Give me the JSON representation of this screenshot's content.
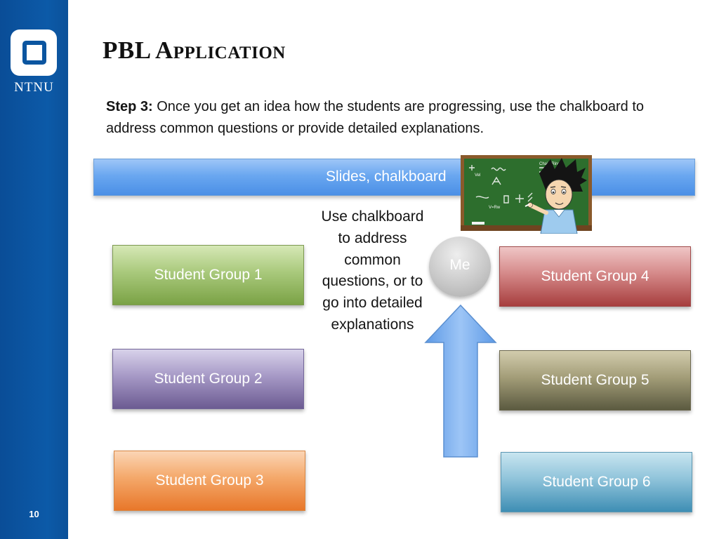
{
  "slide": {
    "title": "PBL Application",
    "number": "10"
  },
  "logo": {
    "text": "NTNU"
  },
  "step": {
    "label": "Step 3:",
    "text": " Once you get an idea how the students are progressing, use the chalkboard to address common questions or provide detailed explanations."
  },
  "diagram": {
    "top_bar": "Slides, chalkboard",
    "callout_lines": [
      "Use chalkboard",
      "to address",
      "common",
      "questions, or to",
      "go into detailed",
      "explanations"
    ],
    "center_node": "Me",
    "groups": [
      "Student Group 1",
      "Student Group 2",
      "Student Group 3",
      "Student Group 4",
      "Student Group 5",
      "Student Group 6"
    ],
    "chalkboard_writing": [
      "Chain Ring",
      "Vel",
      "V=Rw"
    ]
  },
  "colors": {
    "sidebar": "#0b55a0",
    "bar": "#6aa7f0",
    "group_1": "#a9c97c",
    "group_2": "#a699c6",
    "group_3": "#f4a86a",
    "group_4": "#d58989",
    "group_5": "#a39d78",
    "group_6": "#8fc3da"
  },
  "icons": {
    "logo": "ntnu-logo-icon",
    "teacher": "teacher-at-chalkboard-icon",
    "arrow": "up-arrow-icon"
  }
}
